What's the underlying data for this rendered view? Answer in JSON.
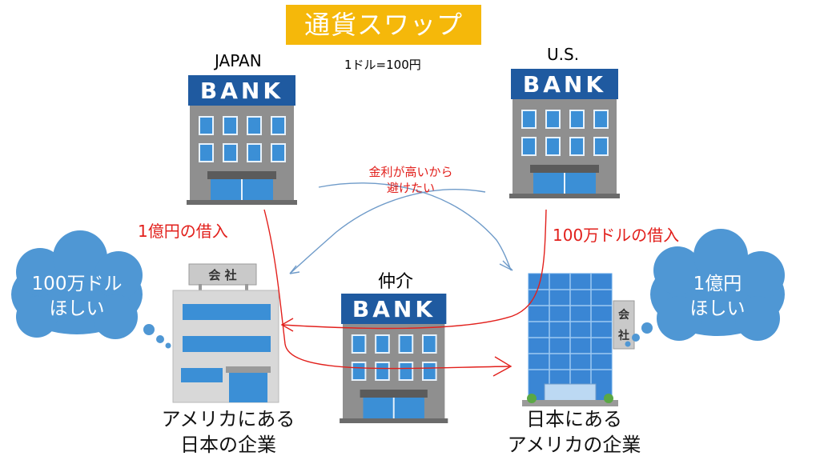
{
  "title": "通貨スワップ",
  "rate_note": "1ドル=100円",
  "japan_bank": {
    "label": "JAPAN",
    "sign": "BANK"
  },
  "us_bank": {
    "label": "U.S.",
    "sign": "BANK"
  },
  "mediator_bank": {
    "label": "仲介",
    "sign": "BANK"
  },
  "japanese_company": {
    "sign": "会 社",
    "caption_line1": "アメリカにある",
    "caption_line2": "日本の企業",
    "thought_line1": "100万ドル",
    "thought_line2": "ほしい"
  },
  "american_company": {
    "sign": "会 社",
    "caption_line1": "日本にある",
    "caption_line2": "アメリカの企業",
    "thought_line1": "1億円",
    "thought_line2": "ほしい"
  },
  "borrow_yen": "1億円の借入",
  "borrow_usd": "100万ドルの借入",
  "interest_note_line1": "金利が高いから",
  "interest_note_line2": "避けたい",
  "colors": {
    "title_bg": "#f5b80a",
    "bank_sign": "#1f5aa0",
    "building": "#8a8a8a",
    "window": "#3b8fd6",
    "cloud": "#4f97d4",
    "red_arrow": "#e2201c",
    "blue_arrow": "#6f9bc9"
  }
}
